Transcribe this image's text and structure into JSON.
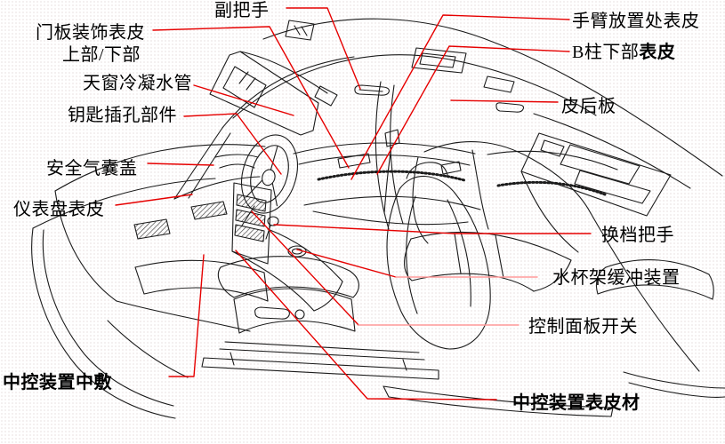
{
  "diagram": {
    "labels": [
      {
        "id": "aux-grab-handle",
        "text": "副把手"
      },
      {
        "id": "door-panel-trim-skin",
        "text": "门板装饰表皮",
        "text2": "上部/下部"
      },
      {
        "id": "sunroof-drain-tube",
        "text": "天窗冷凝水管"
      },
      {
        "id": "key-cylinder-part",
        "text": "钥匙插孔部件"
      },
      {
        "id": "airbag-cover",
        "text": "安全气囊盖"
      },
      {
        "id": "instrument-panel-skin",
        "text": "仪表盘表皮"
      },
      {
        "id": "armrest-area-skin",
        "text": "手臂放置处表皮"
      },
      {
        "id": "b-pillar-lower-skin",
        "text": "B柱下部",
        "text_bold": "表皮"
      },
      {
        "id": "rear-panel-skin",
        "text": "皮后板"
      },
      {
        "id": "shift-handle",
        "text": "换档把手"
      },
      {
        "id": "cupholder-damper",
        "text": "水杯架缓冲装置"
      },
      {
        "id": "control-panel-switch",
        "text": "控制面板开关"
      },
      {
        "id": "center-console-pad",
        "text": "中控装置中敷"
      },
      {
        "id": "center-console-skin",
        "text": "中控装置表皮材"
      }
    ],
    "colors": {
      "leader_line": "#e60000",
      "leader_line_light": "#ff9a9a",
      "line_art": "#1b1b1b",
      "background": "#ffffff",
      "text": "#000000"
    }
  }
}
